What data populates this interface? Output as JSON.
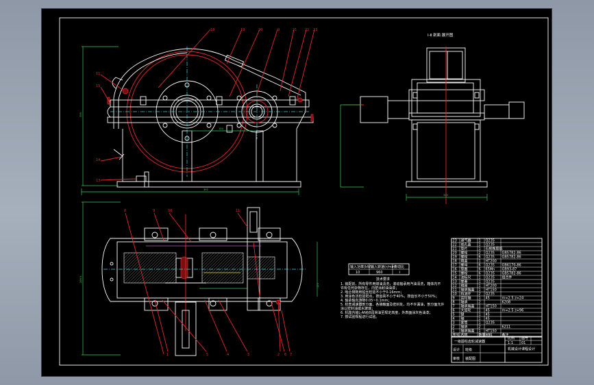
{
  "drawing": {
    "top_view_title": "Ⅰ-Ⅱ 剖面 展开图",
    "colors": {
      "background": "#000000",
      "outline": "#ffffff",
      "leader": "#e42a2a",
      "dimension": "#34d05a",
      "viewport": "#8c96a3"
    }
  },
  "labels": {
    "front_top": [
      "18",
      "19",
      "20",
      "9",
      "21",
      "22",
      "23"
    ],
    "front_left": [
      "11",
      "15",
      "14",
      "13"
    ],
    "plan_top": [
      "8",
      "9",
      "10",
      "11"
    ],
    "plan_bottom": [
      "1",
      "2",
      "3",
      "4",
      "5",
      "6",
      "7"
    ]
  },
  "tech_table": {
    "headers": [
      "输入功率(kW)",
      "输入转速(r/min)",
      "传动比"
    ],
    "row": [
      "10",
      "960",
      "i"
    ]
  },
  "tech_requirements": {
    "title": "技术要求",
    "lines": [
      "1. 装配前，所有零件用煤油清洗，滚动轴承用汽油清洗，箱体内不",
      "   许有任何杂物存在，内壁涂耐油油漆；",
      "2. 啮合侧隙用铅丝检验不小于0.16mm；",
      "3. 用涂色法检验斑点，按齿高不小于40%，按齿长不小于50%；",
      "4. 轴承轴向游隙0.05~0.1mm；",
      "5. 检查减速器剖分面、各接触面及密封处，均不许漏油，剖分面允许",
      "   涂以密封油或水玻璃；",
      "6. 机座内装L-AN68润滑油至规定高度，外表面涂灰色油漆；",
      "7. 按试验规程进行试验。"
    ]
  },
  "bom": {
    "rows": [
      [
        "23",
        "通气器",
        "1",
        "Q235",
        ""
      ],
      [
        "22",
        "视孔盖",
        "1",
        "Q235",
        ""
      ],
      [
        "21",
        "垫片",
        "1",
        "石棉橡胶纸",
        ""
      ],
      [
        "20",
        "螺栓",
        "2",
        "Q235",
        "GB5782-86"
      ],
      [
        "19",
        "螺栓",
        "6",
        "Q235",
        "GB5782-86"
      ],
      [
        "18",
        "箱盖",
        "1",
        "HT200",
        ""
      ],
      [
        "17",
        "螺母",
        "6",
        "Q235",
        "GB6170-86"
      ],
      [
        "16",
        "垫圈",
        "6",
        "65Mn",
        "GB93-87"
      ],
      [
        "15",
        "螺栓",
        "6",
        "Q235",
        "GB5782-86"
      ],
      [
        "14",
        "油标尺",
        "1",
        "Q235",
        "组合件"
      ],
      [
        "13",
        "螺塞",
        "1",
        "Q235",
        ""
      ],
      [
        "12",
        "箱座",
        "1",
        "HT200",
        ""
      ],
      [
        "11",
        "轴承端盖",
        "1",
        "HT150",
        ""
      ],
      [
        "10",
        "挡油环",
        "2",
        "Q235",
        ""
      ],
      [
        "9",
        "齿轮轴",
        "1",
        "45",
        "m=2.5 z=24"
      ],
      [
        "8",
        "轴承",
        "2",
        "",
        "6208"
      ],
      [
        "7",
        "轴承端盖",
        "1",
        "HT150",
        ""
      ],
      [
        "6",
        "大齿轮",
        "1",
        "45",
        "m=2.5 z=96"
      ],
      [
        "5",
        "键",
        "1",
        "45",
        ""
      ],
      [
        "4",
        "轴",
        "1",
        "45",
        ""
      ],
      [
        "3",
        "套筒",
        "1",
        "Q235",
        ""
      ],
      [
        "2",
        "轴承",
        "2",
        "",
        "6211"
      ],
      [
        "1",
        "轴承端盖",
        "1",
        "HT150",
        ""
      ]
    ],
    "header": [
      "序号",
      "名称",
      "数量",
      "材料",
      "备注"
    ]
  },
  "title_block": {
    "drawing_name": "一级圆柱齿轮减速器",
    "row_designer": "设计",
    "row_checker": "审核",
    "school": "机械设计课程设计",
    "scale_label": "比例",
    "scale": "1:1",
    "sheet_label": "图号",
    "sheet": "01",
    "class_label": "班级",
    "assembly_label": "装配图"
  }
}
